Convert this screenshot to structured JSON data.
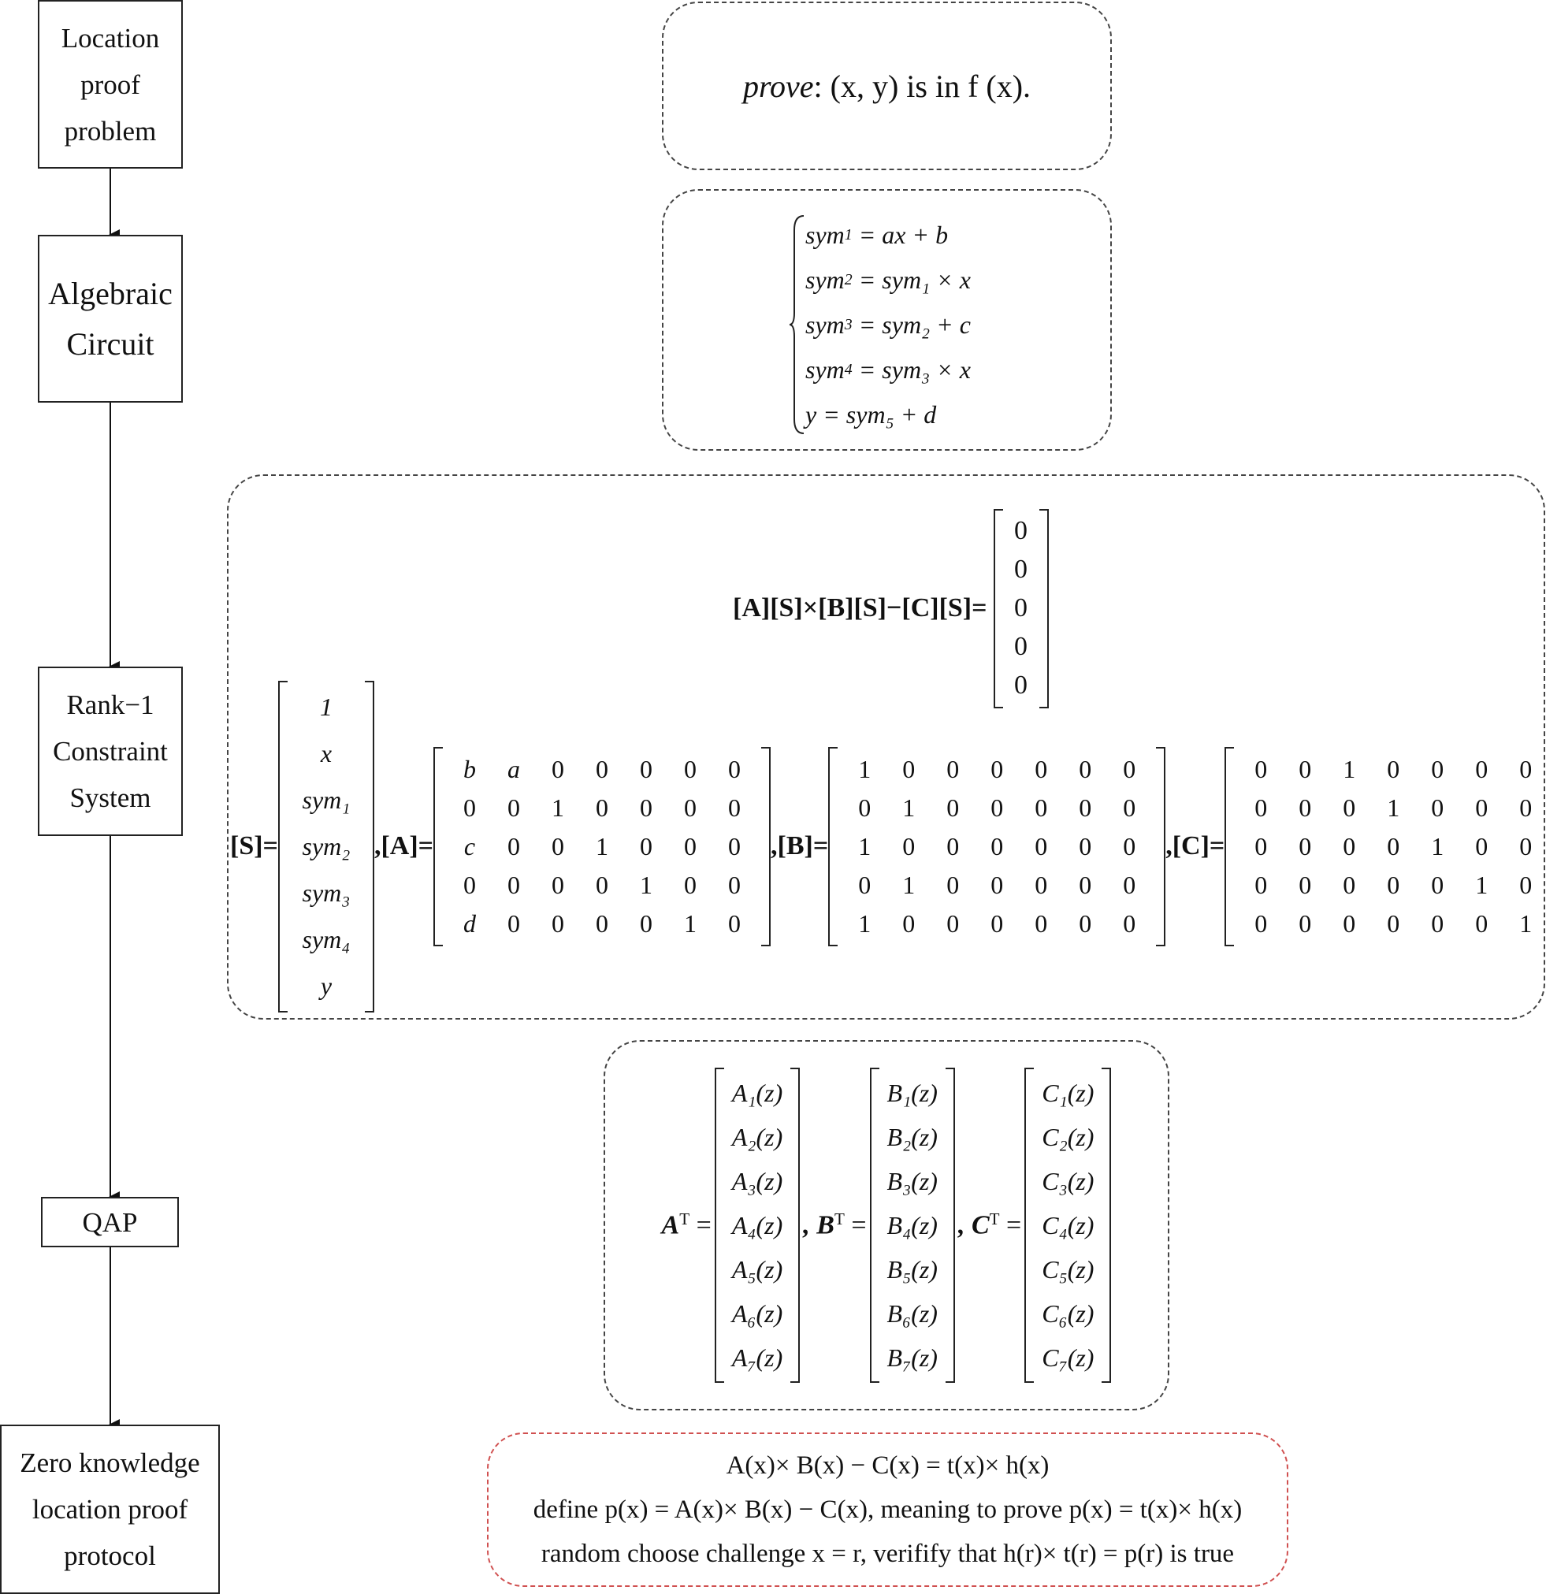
{
  "steps": [
    {
      "id": "location-proof-problem",
      "lines": [
        "Location",
        "proof",
        "problem"
      ]
    },
    {
      "id": "algebraic-circuit",
      "lines": [
        "Algebraic",
        "Circuit"
      ]
    },
    {
      "id": "r1cs",
      "lines": [
        "Rank−1",
        "Constraint",
        "System"
      ]
    },
    {
      "id": "qap",
      "lines": [
        "QAP"
      ]
    },
    {
      "id": "zk-protocol",
      "lines": [
        "Zero knowledge",
        "location proof",
        "protocol"
      ]
    }
  ],
  "prove": {
    "word": "prove",
    "text": ": (x, y) is in f (x)."
  },
  "circuit": [
    {
      "lhs": "sym",
      "sub": "1",
      "rhs": "= ax + b"
    },
    {
      "lhs": "sym",
      "sub": "2",
      "rhs": "= sym₁ × x"
    },
    {
      "lhs": "sym",
      "sub": "3",
      "rhs": "= sym₂ + c"
    },
    {
      "lhs": "sym",
      "sub": "4",
      "rhs": "= sym₃ × x"
    },
    {
      "lhs": "y",
      "sub": "",
      "rhs": "= sym₅ + d"
    }
  ],
  "r1cs": {
    "equation": "[A][S]×[B][S]−[C][S]=",
    "zero_vector": [
      "0",
      "0",
      "0",
      "0",
      "0"
    ],
    "S_label": "[S]=",
    "S": [
      "1",
      "x",
      "sym₁",
      "sym₂",
      "sym₃",
      "sym₄",
      "y"
    ],
    "A_label": ",[A]=",
    "A": [
      [
        "b",
        "a",
        "0",
        "0",
        "0",
        "0",
        "0"
      ],
      [
        "0",
        "0",
        "1",
        "0",
        "0",
        "0",
        "0"
      ],
      [
        "c",
        "0",
        "0",
        "1",
        "0",
        "0",
        "0"
      ],
      [
        "0",
        "0",
        "0",
        "0",
        "1",
        "0",
        "0"
      ],
      [
        "d",
        "0",
        "0",
        "0",
        "0",
        "1",
        "0"
      ]
    ],
    "B_label": ",[B]=",
    "B": [
      [
        "1",
        "0",
        "0",
        "0",
        "0",
        "0",
        "0"
      ],
      [
        "0",
        "1",
        "0",
        "0",
        "0",
        "0",
        "0"
      ],
      [
        "1",
        "0",
        "0",
        "0",
        "0",
        "0",
        "0"
      ],
      [
        "0",
        "1",
        "0",
        "0",
        "0",
        "0",
        "0"
      ],
      [
        "1",
        "0",
        "0",
        "0",
        "0",
        "0",
        "0"
      ]
    ],
    "C_label": ",[C]=",
    "C": [
      [
        "0",
        "0",
        "1",
        "0",
        "0",
        "0",
        "0"
      ],
      [
        "0",
        "0",
        "0",
        "1",
        "0",
        "0",
        "0"
      ],
      [
        "0",
        "0",
        "0",
        "0",
        "1",
        "0",
        "0"
      ],
      [
        "0",
        "0",
        "0",
        "0",
        "0",
        "1",
        "0"
      ],
      [
        "0",
        "0",
        "0",
        "0",
        "0",
        "0",
        "1"
      ]
    ]
  },
  "qap": {
    "A_label": "A",
    "B_label": ", B",
    "C_label": ", C",
    "transpose": "T",
    "eq": "=",
    "A": [
      "A₁(z)",
      "A₂(z)",
      "A₃(z)",
      "A₄(z)",
      "A₅(z)",
      "A₆(z)",
      "A₇(z)"
    ],
    "B": [
      "B₁(z)",
      "B₂(z)",
      "B₃(z)",
      "B₄(z)",
      "B₅(z)",
      "B₆(z)",
      "B₇(z)"
    ],
    "C": [
      "C₁(z)",
      "C₂(z)",
      "C₃(z)",
      "C₄(z)",
      "C₅(z)",
      "C₆(z)",
      "C₇(z)"
    ]
  },
  "protocol": [
    "A(x)× B(x) − C(x) = t(x)× h(x)",
    "define p(x) = A(x)× B(x) − C(x), meaning to prove p(x) = t(x)× h(x)",
    "random choose challenge x = r, verifify that h(r)× t(r) = p(r) is true"
  ]
}
